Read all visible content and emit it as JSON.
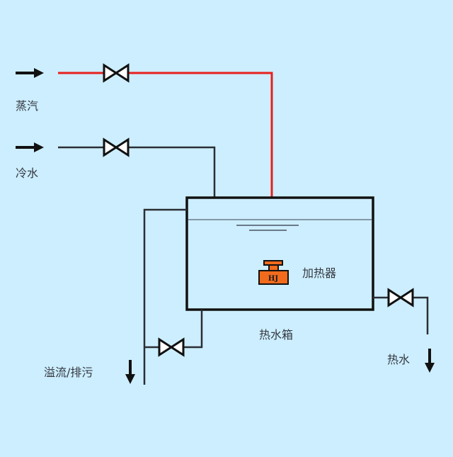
{
  "diagram": {
    "title": "热水箱蒸汽加热系统",
    "colors": {
      "background": "#cdeeff",
      "steam_pipe": "#e8201c",
      "water_pipe": "#2a2e33",
      "heater": "#f26b1d",
      "water_level": "#6a7a88"
    },
    "inputs": [
      {
        "id": "steam",
        "label": "蒸汽",
        "icon": "arrow-right-icon"
      },
      {
        "id": "cold_water",
        "label": "冷水",
        "icon": "arrow-right-icon"
      }
    ],
    "tank": {
      "label": "热水箱"
    },
    "heater": {
      "label": "加热器",
      "code": "HJ"
    },
    "outputs": [
      {
        "id": "overflow_drain",
        "label": "溢流/排污",
        "icon": "arrow-down-icon"
      },
      {
        "id": "hot_water",
        "label": "热水",
        "icon": "arrow-down-icon"
      }
    ],
    "valves": [
      {
        "id": "steam-valve",
        "line": "steam"
      },
      {
        "id": "cold-water-valve",
        "line": "cold_water"
      },
      {
        "id": "drain-valve",
        "line": "overflow_drain"
      },
      {
        "id": "hot-water-valve",
        "line": "hot_water"
      }
    ]
  }
}
